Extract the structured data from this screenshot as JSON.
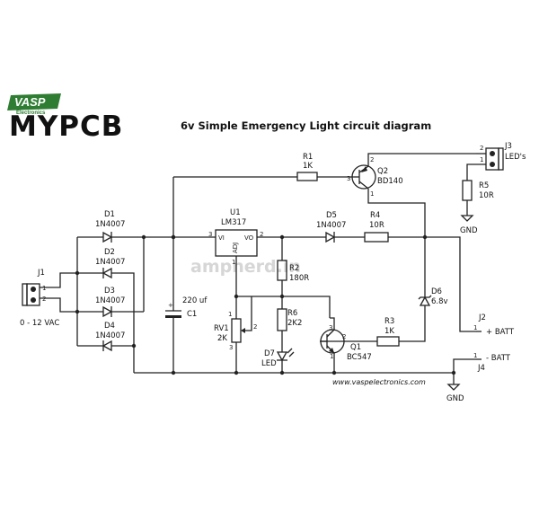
{
  "title": "6v Simple Emergency Light circuit diagram",
  "brand": {
    "vasp": "VASP",
    "electronics": "Electronics",
    "mypcb": "MYPCB"
  },
  "watermark": "ampnerd.in",
  "website": "www.vaspelectronics.com",
  "components": {
    "J1": {
      "ref": "J1",
      "pin1": "1",
      "pin2": "2",
      "note": "0 - 12 VAC"
    },
    "D1": {
      "ref": "D1",
      "value": "1N4007"
    },
    "D2": {
      "ref": "D2",
      "value": "1N4007"
    },
    "D3": {
      "ref": "D3",
      "value": "1N4007"
    },
    "D4": {
      "ref": "D4",
      "value": "1N4007"
    },
    "C1": {
      "ref": "C1",
      "value": "220 uf",
      "polarity": "+"
    },
    "U1": {
      "ref": "U1",
      "value": "LM317",
      "vi": "VI",
      "vo": "VO",
      "adj": "ADJ",
      "p1": "1",
      "p2": "2",
      "p3": "3"
    },
    "R1": {
      "ref": "R1",
      "value": "1K"
    },
    "Q2": {
      "ref": "Q2",
      "value": "BD140",
      "p1": "1",
      "p2": "2",
      "p3": "3"
    },
    "J3": {
      "ref": "J3",
      "value": "LED's",
      "pin1": "1",
      "pin2": "2"
    },
    "R5": {
      "ref": "R5",
      "value": "10R"
    },
    "D5": {
      "ref": "D5",
      "value": "1N4007"
    },
    "R4": {
      "ref": "R4",
      "value": "10R"
    },
    "R2": {
      "ref": "R2",
      "value": "180R"
    },
    "RV1": {
      "ref": "RV1",
      "value": "2K",
      "p1": "1",
      "p2": "2",
      "p3": "3"
    },
    "R6": {
      "ref": "R6",
      "value": "2K2"
    },
    "D7": {
      "ref": "D7",
      "value": "LED"
    },
    "Q1": {
      "ref": "Q1",
      "value": "BC547",
      "p1": "1",
      "p2": "2",
      "p3": "3"
    },
    "R3": {
      "ref": "R3",
      "value": "1K"
    },
    "D6": {
      "ref": "D6",
      "value": "6.8v"
    },
    "J2": {
      "ref": "J2",
      "pin": "1",
      "label": "+ BATT"
    },
    "J4": {
      "ref": "J4",
      "pin": "1",
      "label": "- BATT"
    }
  },
  "gnd_labels": [
    "GND",
    "GND"
  ],
  "colors": {
    "ink": "#222222",
    "logo_green": "#2e7d32",
    "logo_black": "#111111",
    "watermark": "#cfcfcf"
  }
}
